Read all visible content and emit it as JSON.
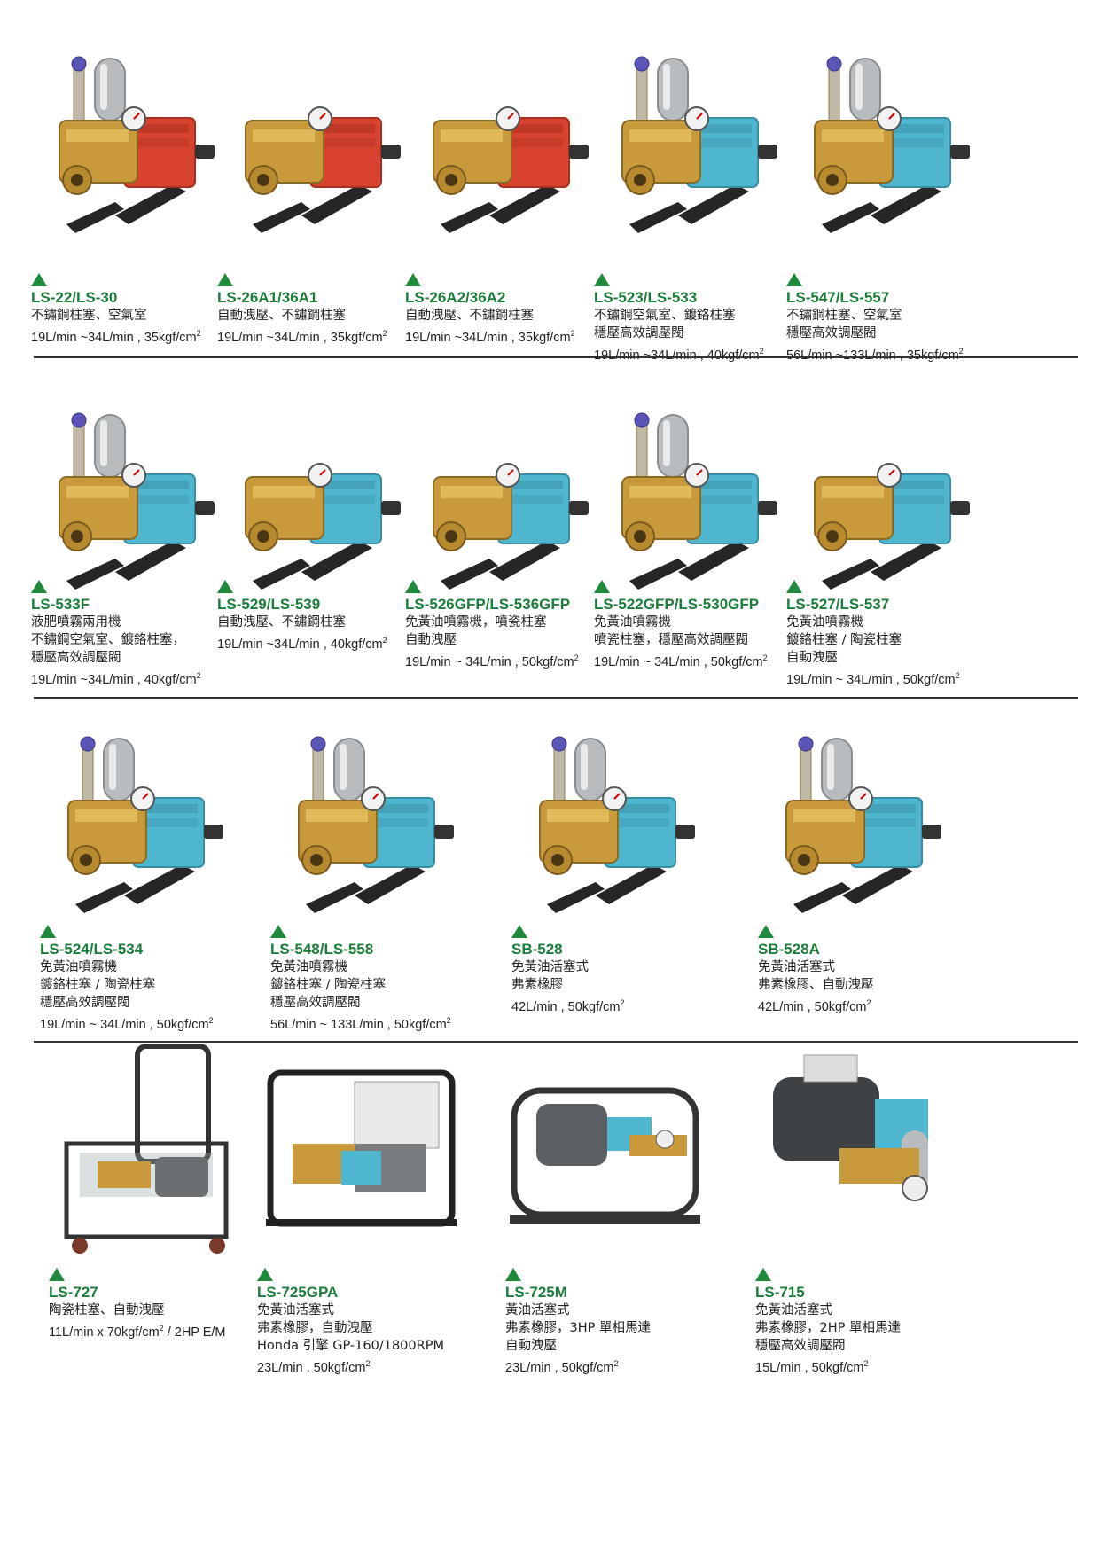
{
  "colors": {
    "accent": "#1d7d3b",
    "triangle": "#1f8a3c",
    "pump_red": "#d8432f",
    "pump_blue": "#4fb6cf",
    "brass": "#c89a3c",
    "steel": "#b9bcbf"
  },
  "rows": [
    {
      "items": [
        {
          "model": "LS-22/LS-30",
          "lines": [
            "不鏽鋼柱塞、空氣室"
          ],
          "spec": "19L/min ~34L/min , 35kgf/cm",
          "sup": "2",
          "pump": "red",
          "tank": true
        },
        {
          "model": "LS-26A1/36A1",
          "lines": [
            "自動洩壓、不鏽鋼柱塞"
          ],
          "spec": "19L/min ~34L/min , 35kgf/cm",
          "sup": "2",
          "pump": "red",
          "tank": false
        },
        {
          "model": "LS-26A2/36A2",
          "lines": [
            "自動洩壓、不鏽鋼柱塞"
          ],
          "spec": "19L/min ~34L/min , 35kgf/cm",
          "sup": "2",
          "pump": "red",
          "tank": false
        },
        {
          "model": "LS-523/LS-533",
          "lines": [
            "不鏽鋼空氣室、鍍鉻柱塞",
            "穩壓高效調壓閥"
          ],
          "spec": "19L/min ~34L/min , 40kgf/cm",
          "sup": "2",
          "pump": "blue",
          "tank": true
        },
        {
          "model": "LS-547/LS-557",
          "lines": [
            "不鏽鋼柱塞、空氣室",
            "穩壓高效調壓閥"
          ],
          "spec": "56L/min ~133L/min , 35kgf/cm",
          "sup": "2",
          "pump": "blue",
          "tank": true
        }
      ]
    },
    {
      "items": [
        {
          "model": "LS-533F",
          "lines": [
            "液肥噴霧兩用機",
            "不鏽鋼空氣室、鍍鉻柱塞，",
            "穩壓高效調壓閥"
          ],
          "spec": "19L/min ~34L/min , 40kgf/cm",
          "sup": "2",
          "pump": "blue",
          "tank": true
        },
        {
          "model": "LS-529/LS-539",
          "lines": [
            "自動洩壓、不鏽鋼柱塞"
          ],
          "spec": "19L/min ~34L/min , 40kgf/cm",
          "sup": "2",
          "pump": "blue",
          "tank": false
        },
        {
          "model": "LS-526GFP/LS-536GFP",
          "lines": [
            "免黃油噴霧機，噴瓷柱塞",
            "自動洩壓"
          ],
          "spec": "19L/min ~ 34L/min , 50kgf/cm",
          "sup": "2",
          "pump": "blue",
          "tank": false
        },
        {
          "model": "LS-522GFP/LS-530GFP",
          "lines": [
            "免黃油噴霧機",
            "噴瓷柱塞，穩壓高效調壓閥"
          ],
          "spec": "19L/min ~ 34L/min , 50kgf/cm",
          "sup": "2",
          "pump": "blue",
          "tank": true
        },
        {
          "model": "LS-527/LS-537",
          "lines": [
            "免黃油噴霧機",
            "鍍鉻柱塞 / 陶瓷柱塞",
            "自動洩壓"
          ],
          "spec": "19L/min ~ 34L/min , 50kgf/cm",
          "sup": "2",
          "pump": "blue",
          "tank": false
        }
      ]
    },
    {
      "items": [
        {
          "model": "LS-524/LS-534",
          "lines": [
            "免黃油噴霧機",
            "鍍鉻柱塞 / 陶瓷柱塞",
            "穩壓高效調壓閥"
          ],
          "spec": "19L/min ~ 34L/min , 50kgf/cm",
          "sup": "2",
          "pump": "blue",
          "tank": true
        },
        {
          "model": "LS-548/LS-558",
          "lines": [
            "免黃油噴霧機",
            "鍍鉻柱塞 / 陶瓷柱塞",
            "穩壓高效調壓閥"
          ],
          "spec": "56L/min ~ 133L/min , 50kgf/cm",
          "sup": "2",
          "pump": "blue",
          "tank": true
        },
        {
          "model": "SB-528",
          "lines": [
            "免黃油活塞式",
            "弗素橡膠"
          ],
          "spec": "42L/min , 50kgf/cm",
          "sup": "2",
          "pump": "blue",
          "tank": true
        },
        {
          "model": "SB-528A",
          "lines": [
            "免黃油活塞式",
            "弗素橡膠、自動洩壓"
          ],
          "spec": "42L/min , 50kgf/cm",
          "sup": "2",
          "pump": "blue",
          "tank": true
        }
      ]
    },
    {
      "items": [
        {
          "model": "LS-727",
          "lines": [
            "陶瓷柱塞、自動洩壓"
          ],
          "spec": "11L/min x 70kgf/cm",
          "sup": "2",
          "spec_tail": " / 2HP E/M",
          "unit": "cart"
        },
        {
          "model": "LS-725GPA",
          "lines": [
            "免黃油活塞式",
            "弗素橡膠，自動洩壓",
            "Honda 引擎  GP-160/1800RPM"
          ],
          "spec": "23L/min , 50kgf/cm",
          "sup": "2",
          "unit": "frame"
        },
        {
          "model": "LS-725M",
          "lines": [
            "黃油活塞式",
            "弗素橡膠，3HP 單相馬達",
            "自動洩壓"
          ],
          "spec": "23L/min , 50kgf/cm",
          "sup": "2",
          "unit": "motorframe"
        },
        {
          "model": "LS-715",
          "lines": [
            "免黃油活塞式",
            "弗素橡膠，2HP 單相馬達",
            "穩壓高效調壓閥"
          ],
          "spec": "15L/min , 50kgf/cm",
          "sup": "2",
          "unit": "motor"
        }
      ]
    }
  ]
}
